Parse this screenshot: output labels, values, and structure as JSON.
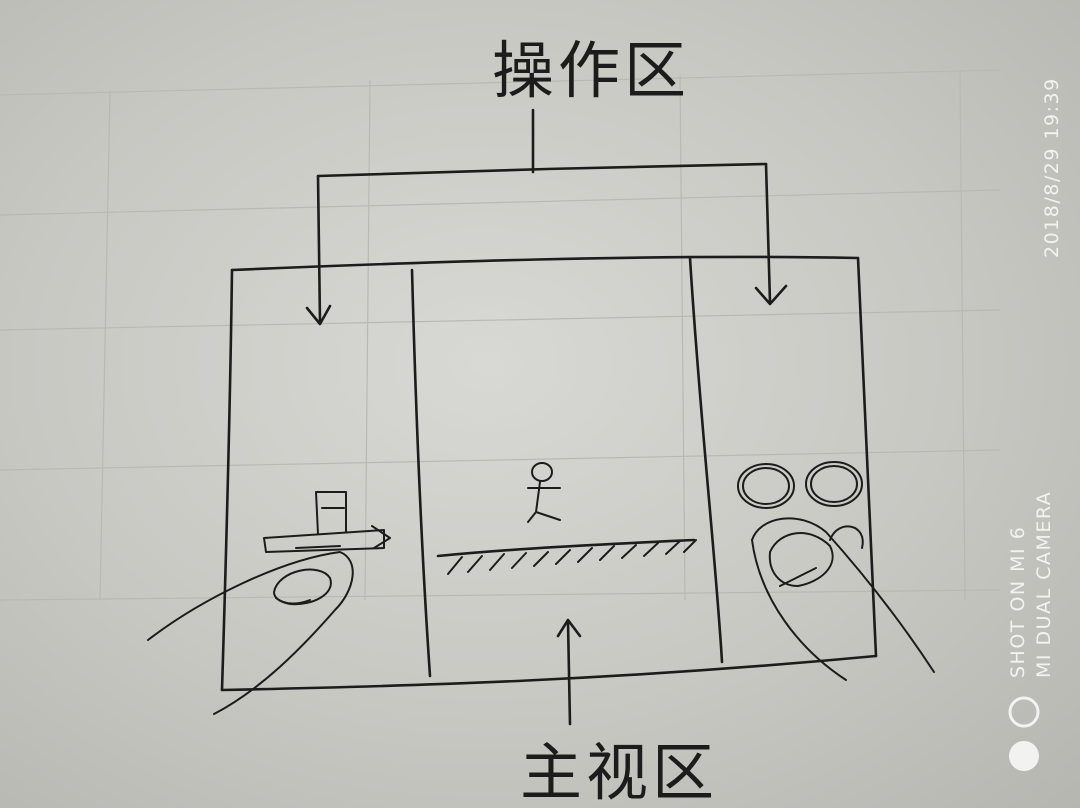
{
  "labels": {
    "top": "操作区",
    "bottom": "主视区"
  },
  "camera": {
    "timestamp": "2018/8/29  19:39",
    "model": "SHOT ON MI 6",
    "lens": "MI DUAL CAMERA"
  },
  "colors": {
    "ink": "#1c1c1c",
    "paper": "#d3d3cf",
    "stamp": "#f2f2f0"
  }
}
